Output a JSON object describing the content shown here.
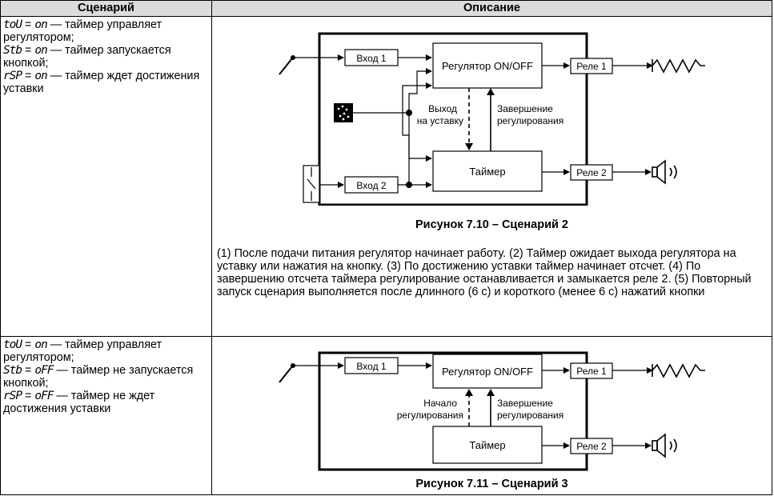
{
  "header": {
    "col1": "Сценарий",
    "col2": "Описание"
  },
  "rows": [
    {
      "lines": [
        {
          "code": "toU",
          "mid": " = ",
          "val": "on",
          "text": " — таймер управляет регулятором;"
        },
        {
          "code": "Stb",
          "mid": " = ",
          "val": "on",
          "text": " — таймер запускается кнопкой;"
        },
        {
          "code": "rSP",
          "mid": " = ",
          "val": "on",
          "text": " — таймер ждет достижения уставки"
        }
      ],
      "diagram": {
        "in1": "Вход 1",
        "in2": "Вход 2",
        "regulator": "Регулятор ON/OFF",
        "timer": "Таймер",
        "relay1": "Реле 1",
        "relay2": "Реле 2",
        "down_label_1": "Выход",
        "down_label_2": "на уставку",
        "up_label_1": "Завершение",
        "up_label_2": "регулирования"
      },
      "caption": "Рисунок 7.10 – Сценарий 2",
      "paragraph": "(1) После подачи питания регулятор начинает работу. (2) Таймер ожидает выхода регулятора на уставку или нажатия на кнопку. (3) По достижению уставки таймер начинает отсчет. (4) По завершению отсчета таймера регулирование останавливается и замыкается реле 2. (5) Повторный запуск сценария выполняется после длинного (6 с) и короткого (менее 6 с) нажатий кнопки"
    },
    {
      "lines": [
        {
          "code": "toU",
          "mid": " = ",
          "val": "on",
          "text": " — таймер управляет регулятором;"
        },
        {
          "code": "Stb",
          "mid": " = ",
          "val": "oFF",
          "text": " — таймер не запускается кнопкой;"
        },
        {
          "code": "rSP",
          "mid": " = ",
          "val": "oFF",
          "text": " — таймер не ждет достижения уставки"
        }
      ],
      "diagram": {
        "in1": "Вход 1",
        "regulator": "Регулятор ON/OFF",
        "timer": "Таймер",
        "relay1": "Реле 1",
        "relay2": "Реле 2",
        "up_left_1": "Начало",
        "up_left_2": "регулирования",
        "up_right_1": "Завершение",
        "up_right_2": "регулирования"
      },
      "caption": "Рисунок 7.11 – Сценарий 3"
    }
  ]
}
